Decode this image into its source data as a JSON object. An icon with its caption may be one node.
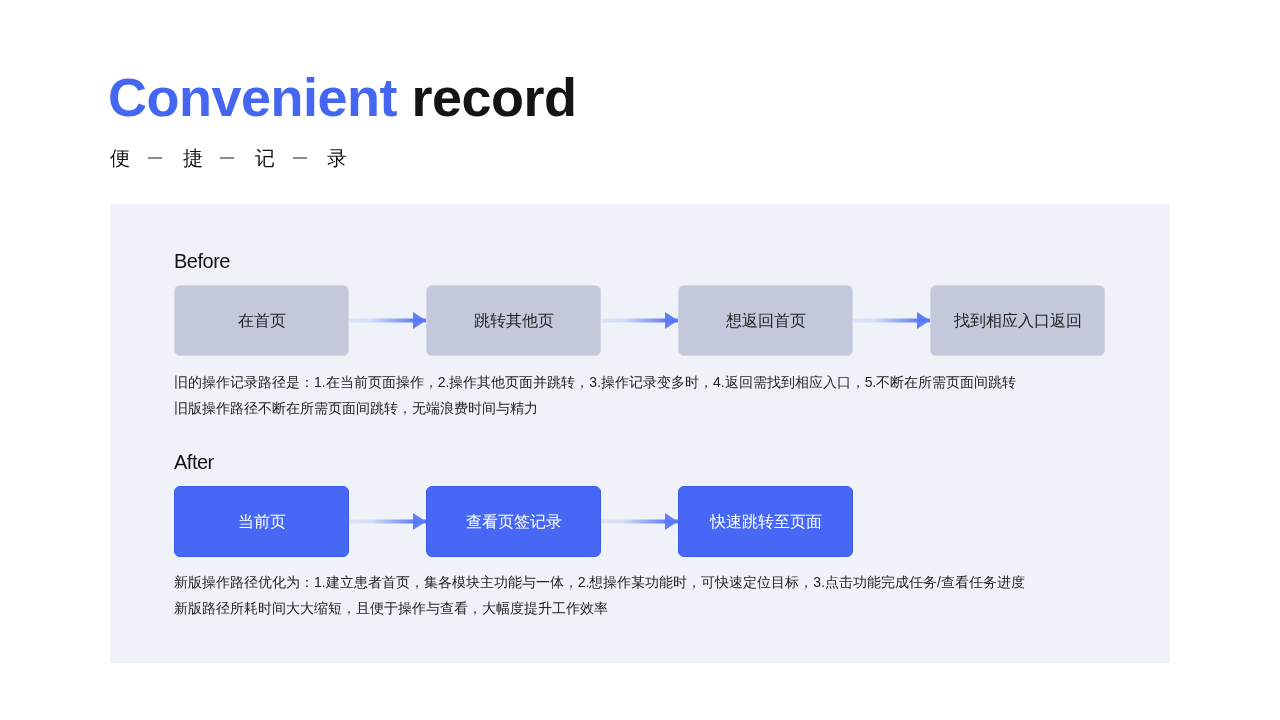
{
  "diagram": {
    "title": "Convenient record",
    "nodes": [
      {
        "text": [
          "在首页"
        ]
      },
      {
        "text": [
          "跳转其他页"
        ]
      },
      {
        "text": [
          "想返回首页"
        ]
      },
      {
        "text": [
          "找到相应入口返回"
        ]
      },
      {
        "text": [
          "当前页"
        ]
      },
      {
        "text": [
          "查看页签记录"
        ]
      },
      {
        "text": [
          "快速跳转至页面"
        ]
      }
    ],
    "edges": [
      {
        "from": 0,
        "to": 1,
        "arrow": "to"
      },
      {
        "from": 1,
        "to": 2,
        "arrow": "to"
      },
      {
        "from": 2,
        "to": 3,
        "arrow": "to"
      },
      {
        "from": 4,
        "to": 5,
        "arrow": "to"
      },
      {
        "from": 5,
        "to": 6,
        "arrow": "to"
      }
    ],
    "labels": [
      "便",
      "捷",
      "记",
      "录",
      "Before",
      "旧的操作记录路径是：1.在当前页面操作，2.操作其他页面并跳转，3.操作记录变多时，4.返回需找到相应入口，5.不断在所需页面间跳转",
      "旧版操作路径不断在所需页面间跳转，无端浪费时间与精力",
      "After",
      "新版操作路径优化为：1.建立患者首页，集各模块主功能与一体，2.想操作某功能时，可快速定位目标，3.点击功能完成任务/查看任务进度",
      "新版路径所耗时间大大缩短，且便于操作与查看，大幅度提升工作效率"
    ]
  }
}
